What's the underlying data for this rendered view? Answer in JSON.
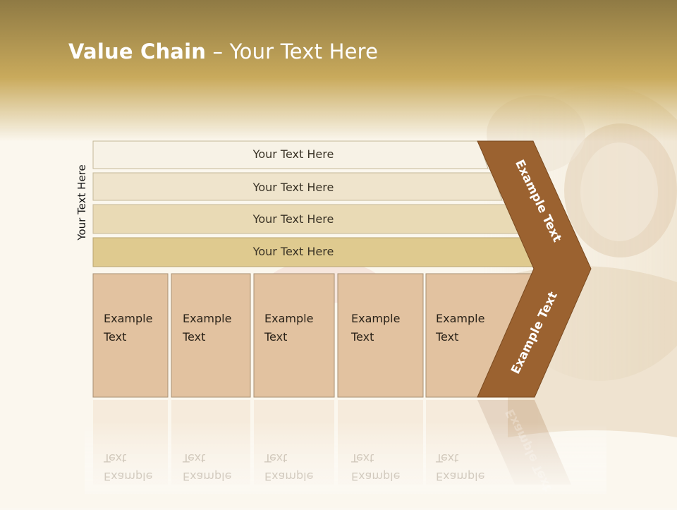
{
  "title": {
    "bold": "Value Chain",
    "rest": " – Your Text Here"
  },
  "side_label": "Your Text Here",
  "bands": [
    "Your Text Here",
    "Your Text Here",
    "Your Text Here",
    "Your Text Here"
  ],
  "cells": [
    {
      "line1": "Example",
      "line2": "Text"
    },
    {
      "line1": "Example",
      "line2": "Text"
    },
    {
      "line1": "Example",
      "line2": "Text"
    },
    {
      "line1": "Example",
      "line2": "Text"
    },
    {
      "line1": "Example",
      "line2": "Text"
    }
  ],
  "arrow_top_label": "Example Text",
  "arrow_bottom_label": "Example Text",
  "colors": {
    "header_gold": "#c7a95a",
    "band1": "#f7f2e6",
    "band2": "#efe4cc",
    "band3": "#e9dab5",
    "band4": "#dfca8f",
    "cell": "#e2c2a0",
    "arrow": "#9b6230"
  }
}
